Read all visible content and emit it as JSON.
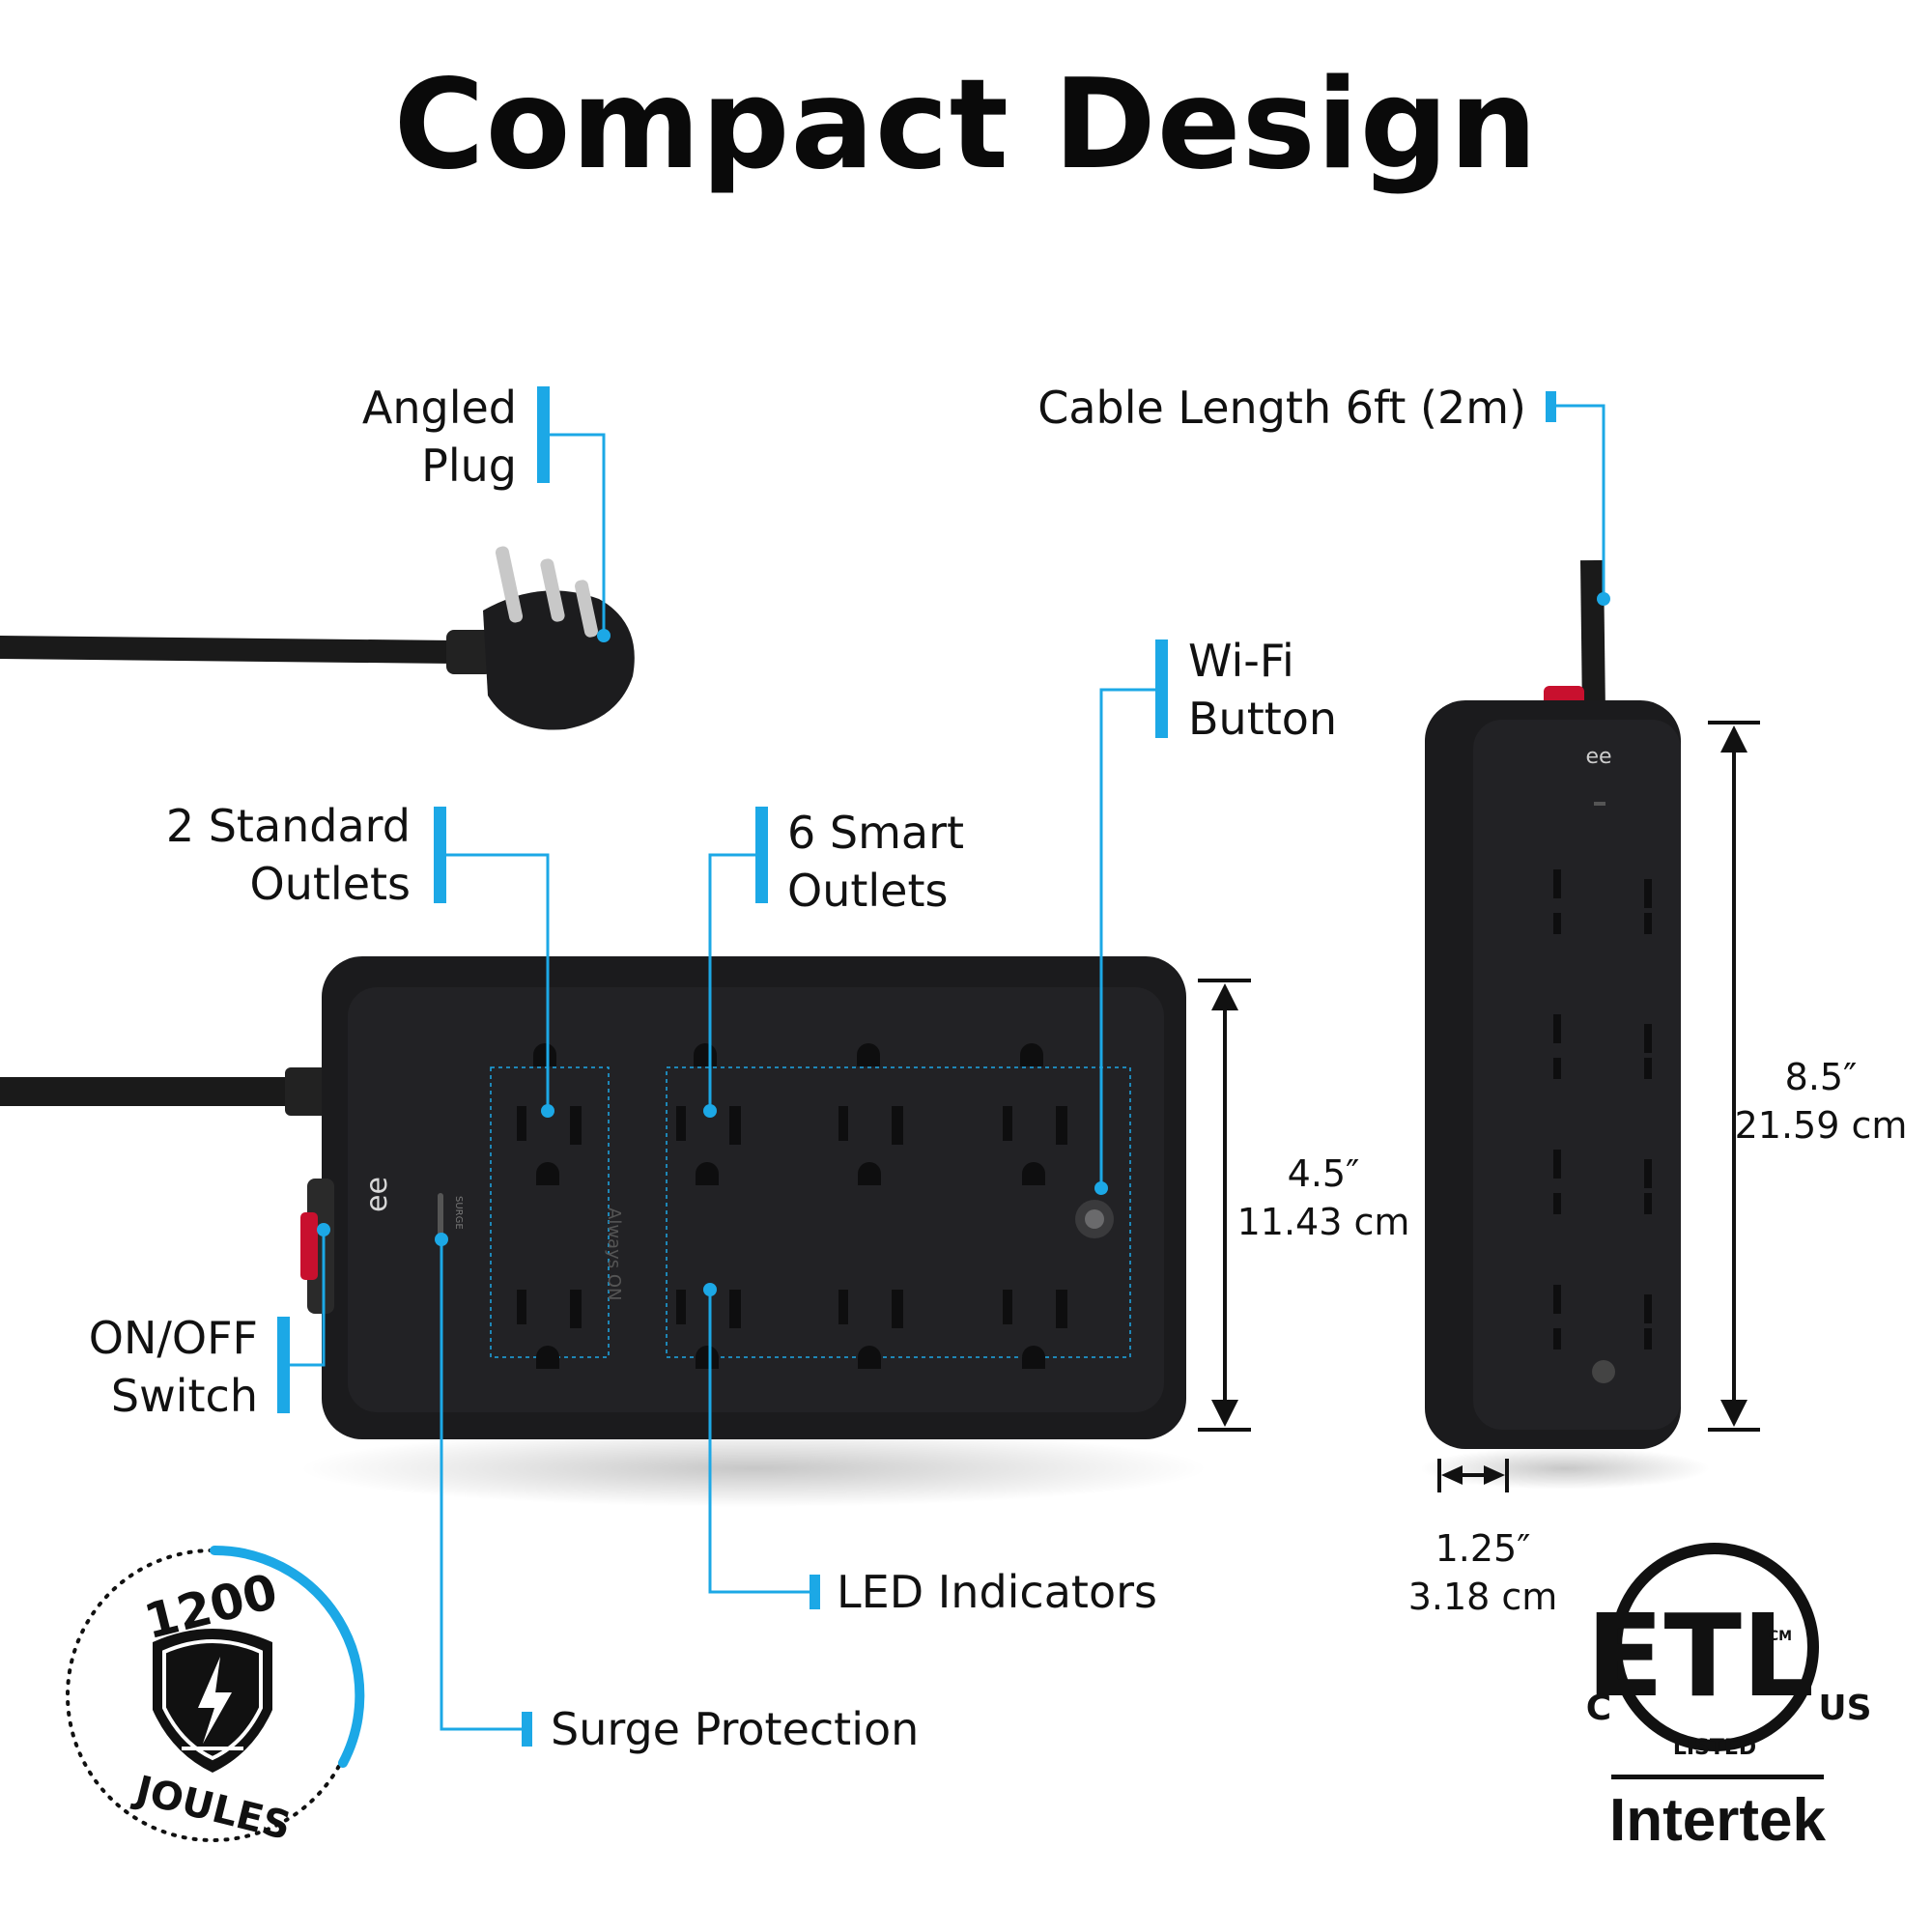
{
  "title": "Compact Design",
  "callouts": {
    "angled_plug": [
      "Angled",
      "Plug"
    ],
    "cable_length": "Cable Length 6ft (2m)",
    "wifi_button": [
      "Wi-Fi",
      "Button"
    ],
    "standard_outlets": [
      "2 Standard",
      "Outlets"
    ],
    "smart_outlets": [
      "6 Smart",
      "Outlets"
    ],
    "on_off_switch": [
      "ON/OFF",
      "Switch"
    ],
    "led_indicators": "LED Indicators",
    "surge_protection": "Surge Protection"
  },
  "dimensions": {
    "height": [
      "4.5″",
      "11.43 cm"
    ],
    "length": [
      "8.5″",
      "21.59 cm"
    ],
    "depth": [
      "1.25″",
      "3.18 cm"
    ]
  },
  "badge": {
    "joules_value": "1200",
    "joules_unit": "JOULES"
  },
  "device_text": {
    "always_on": "Always ON",
    "surge": "SURGE"
  },
  "certification": {
    "left": "C",
    "right": "US",
    "mark": "ETL",
    "listed": "LISTED",
    "cm": "CM",
    "brand": "Intertek"
  },
  "colors": {
    "accent": "#1ca8e6",
    "device": "#1b1b1d",
    "switch": "#c8102e"
  }
}
